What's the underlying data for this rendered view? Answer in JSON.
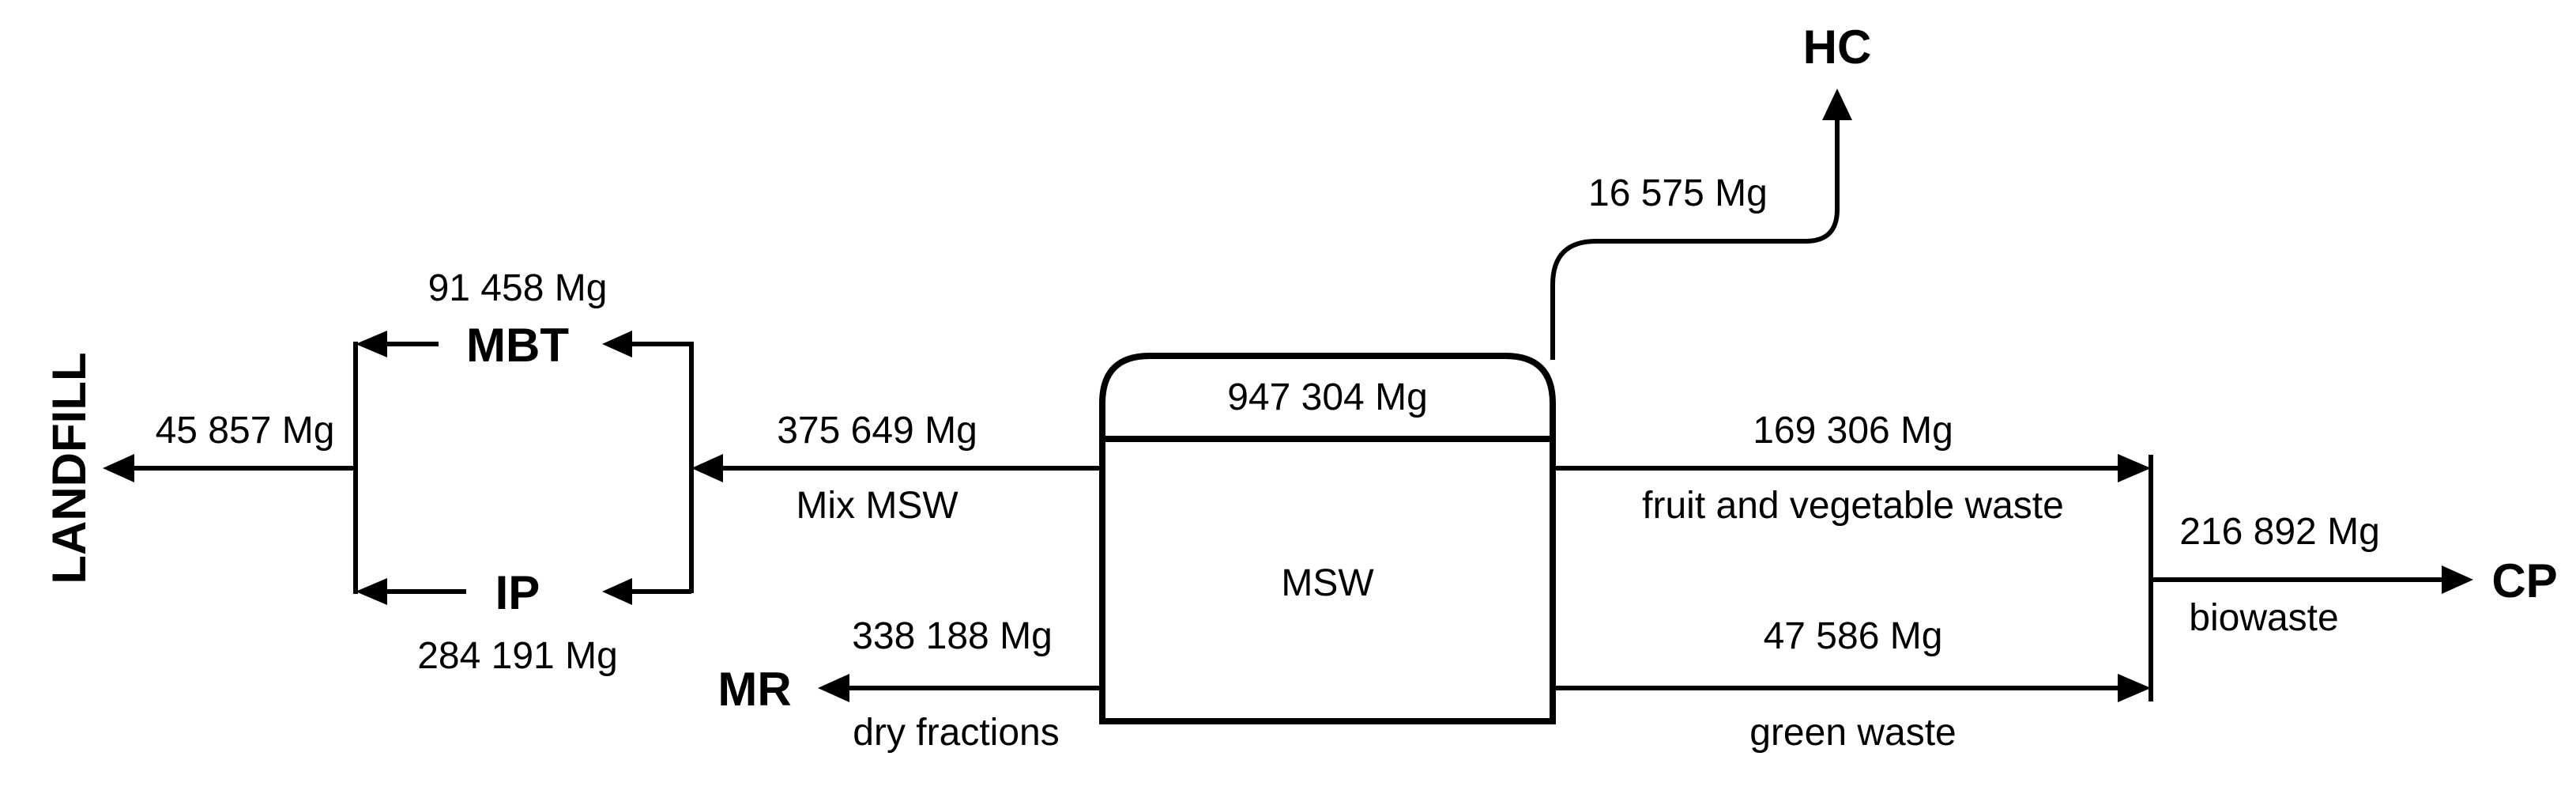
{
  "source": {
    "name": "MSW",
    "total": "947 304 Mg"
  },
  "nodes": {
    "hc": "HC",
    "mbt": "MBT",
    "ip": "IP",
    "landfill": "LANDFILL",
    "mr": "MR",
    "cp": "CP"
  },
  "flows": {
    "hc": {
      "amount": "16 575 Mg"
    },
    "mix_msw": {
      "amount": "375 649 Mg",
      "label": "Mix MSW"
    },
    "mbt": {
      "amount": "91 458 Mg"
    },
    "ip": {
      "amount": "284 191 Mg"
    },
    "landfill": {
      "amount": "45 857 Mg"
    },
    "dry_fractions": {
      "amount": "338 188 Mg",
      "label": "dry fractions"
    },
    "fruit_veg": {
      "amount": "169 306 Mg",
      "label": "fruit and vegetable waste"
    },
    "green": {
      "amount": "47 586 Mg",
      "label": "green waste"
    },
    "biowaste": {
      "amount": "216 892 Mg",
      "label": "biowaste"
    }
  },
  "colors": {
    "ink": "#000000",
    "background": "#ffffff"
  }
}
